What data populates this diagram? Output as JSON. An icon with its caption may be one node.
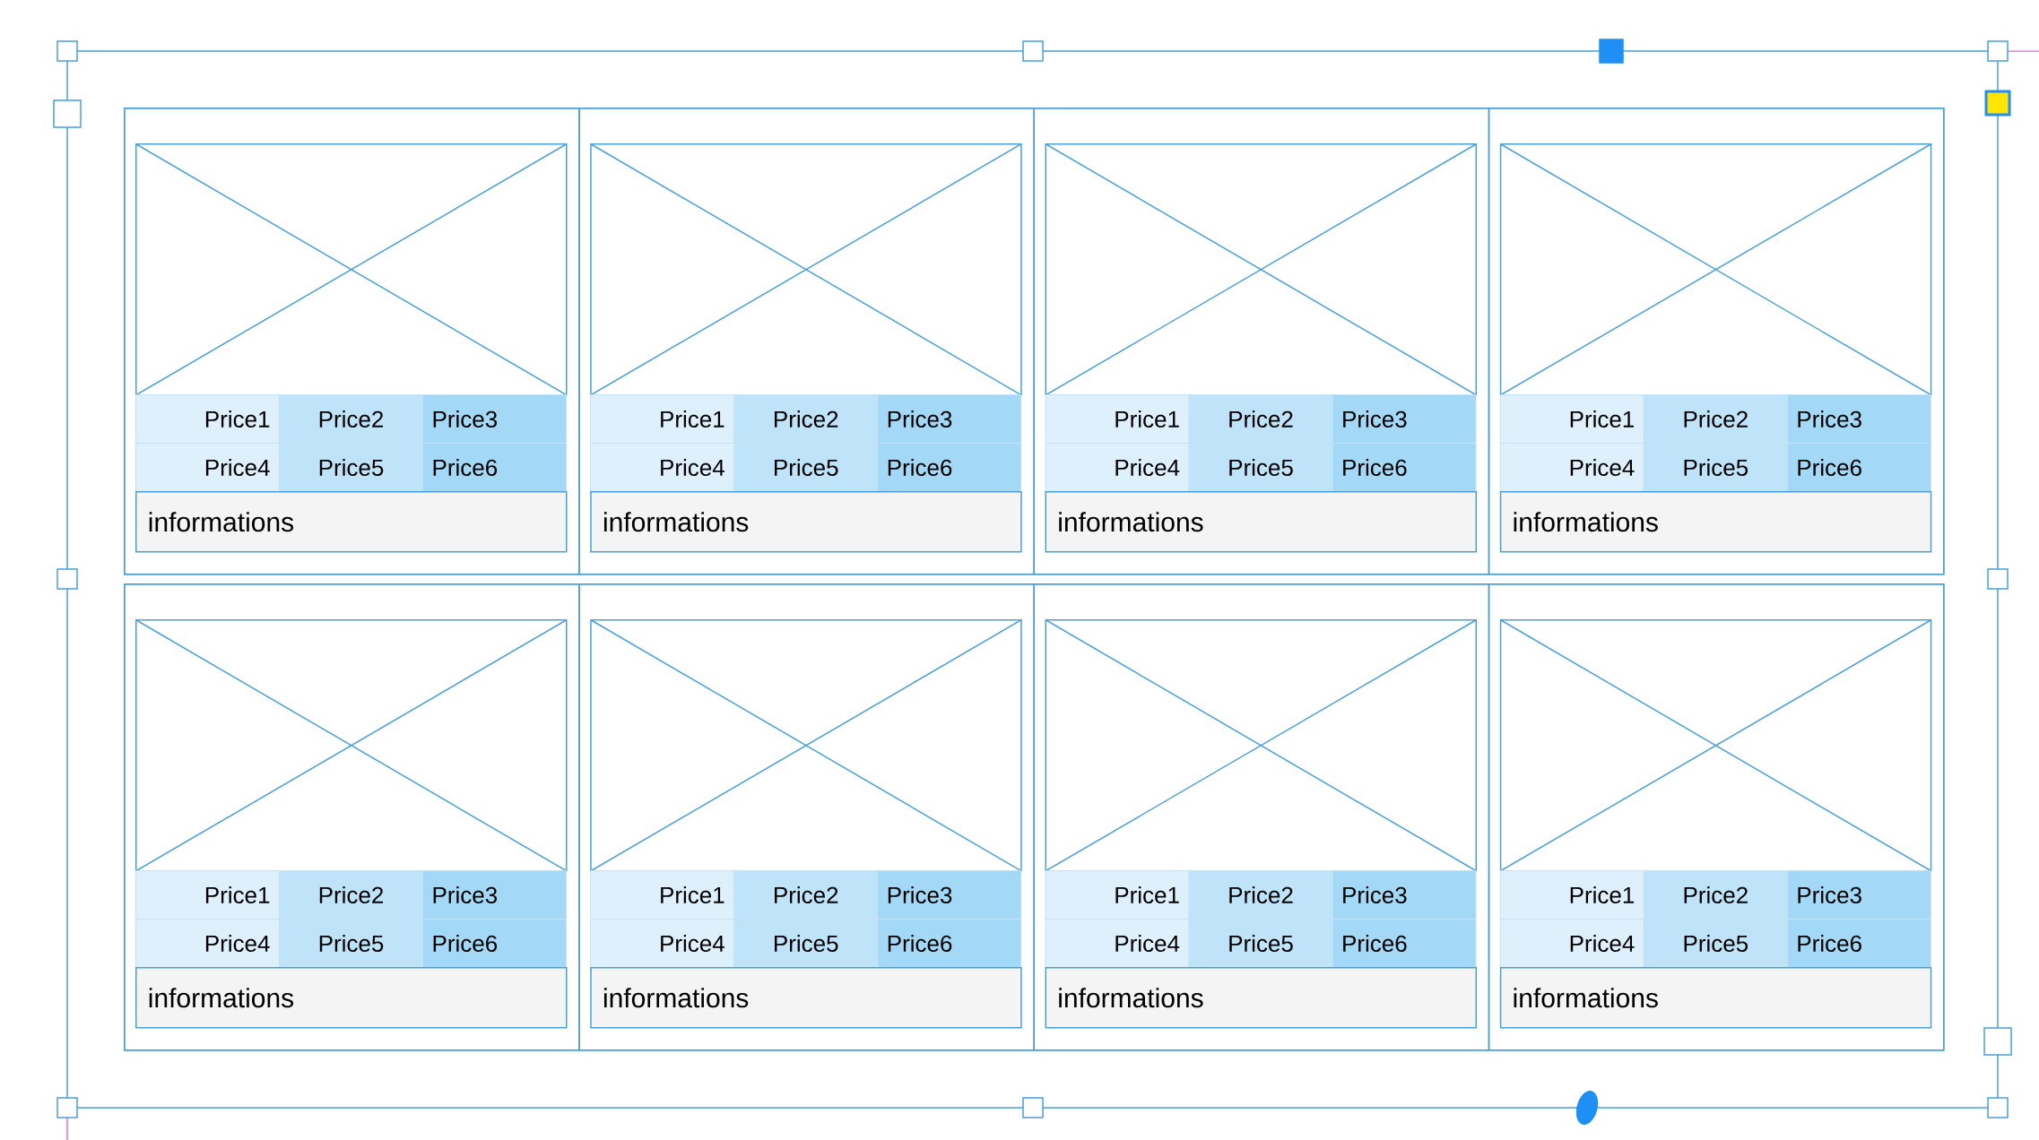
{
  "diagram": {
    "nodes": [
      {
        "text": [],
        "shape": "box"
      },
      {
        "text": [],
        "shape": "box",
        "in": 0
      },
      {
        "text": [],
        "shape": "box",
        "in": 1
      },
      {
        "text": [
          "Price1"
        ],
        "in": 1
      },
      {
        "text": [
          "Price2"
        ],
        "in": 1
      },
      {
        "text": [
          "Price3"
        ],
        "in": 1
      },
      {
        "text": [
          "Price4"
        ],
        "in": 1
      },
      {
        "text": [
          "Price5"
        ],
        "in": 1
      },
      {
        "text": [
          "Price6"
        ],
        "in": 1
      },
      {
        "text": [
          "informations"
        ],
        "in": 1
      },
      {
        "text": [],
        "shape": "box",
        "in": 0
      },
      {
        "text": [],
        "shape": "box",
        "in": 10
      },
      {
        "text": [
          "Price1"
        ],
        "in": 10
      },
      {
        "text": [
          "Price2"
        ],
        "in": 10
      },
      {
        "text": [
          "Price3"
        ],
        "in": 10
      },
      {
        "text": [
          "Price4"
        ],
        "in": 10
      },
      {
        "text": [
          "Price5"
        ],
        "in": 10
      },
      {
        "text": [
          "Price6"
        ],
        "in": 10
      },
      {
        "text": [
          "informations"
        ],
        "in": 10
      },
      {
        "text": [],
        "shape": "box",
        "in": 0
      },
      {
        "text": [],
        "shape": "box",
        "in": 19
      },
      {
        "text": [
          "Price1"
        ],
        "in": 19
      },
      {
        "text": [
          "Price2"
        ],
        "in": 19
      },
      {
        "text": [
          "Price3"
        ],
        "in": 19
      },
      {
        "text": [
          "Price4"
        ],
        "in": 19
      },
      {
        "text": [
          "Price5"
        ],
        "in": 19
      },
      {
        "text": [
          "Price6"
        ],
        "in": 19
      },
      {
        "text": [
          "informations"
        ],
        "in": 19
      },
      {
        "text": [],
        "shape": "box",
        "in": 0
      },
      {
        "text": [],
        "shape": "box",
        "in": 28
      },
      {
        "text": [
          "Price1"
        ],
        "in": 28
      },
      {
        "text": [
          "Price2"
        ],
        "in": 28
      },
      {
        "text": [
          "Price3"
        ],
        "in": 28
      },
      {
        "text": [
          "Price4"
        ],
        "in": 28
      },
      {
        "text": [
          "Price5"
        ],
        "in": 28
      },
      {
        "text": [
          "Price6"
        ],
        "in": 28
      },
      {
        "text": [
          "informations"
        ],
        "in": 28
      },
      {
        "text": [],
        "shape": "box"
      },
      {
        "text": [],
        "shape": "box",
        "in": 37
      },
      {
        "text": [],
        "shape": "box",
        "in": 38
      },
      {
        "text": [
          "Price1"
        ],
        "in": 38
      },
      {
        "text": [
          "Price2"
        ],
        "in": 38
      },
      {
        "text": [
          "Price3"
        ],
        "in": 38
      },
      {
        "text": [
          "Price4"
        ],
        "in": 38
      },
      {
        "text": [
          "Price5"
        ],
        "in": 38
      },
      {
        "text": [
          "Price6"
        ],
        "in": 38
      },
      {
        "text": [
          "informations"
        ],
        "in": 38
      },
      {
        "text": [],
        "shape": "box",
        "in": 37
      },
      {
        "text": [],
        "shape": "box",
        "in": 47
      },
      {
        "text": [
          "Price1"
        ],
        "in": 47
      },
      {
        "text": [
          "Price2"
        ],
        "in": 47
      },
      {
        "text": [
          "Price3"
        ],
        "in": 47
      },
      {
        "text": [
          "Price4"
        ],
        "in": 47
      },
      {
        "text": [
          "Price5"
        ],
        "in": 47
      },
      {
        "text": [
          "Price6"
        ],
        "in": 47
      },
      {
        "text": [
          "informations"
        ],
        "in": 47
      },
      {
        "text": [],
        "shape": "box",
        "in": 37
      },
      {
        "text": [],
        "shape": "box",
        "in": 56
      },
      {
        "text": [
          "Price1"
        ],
        "in": 56
      },
      {
        "text": [
          "Price2"
        ],
        "in": 56
      },
      {
        "text": [
          "Price3"
        ],
        "in": 56
      },
      {
        "text": [
          "Price4"
        ],
        "in": 56
      },
      {
        "text": [
          "Price5"
        ],
        "in": 56
      },
      {
        "text": [
          "Price6"
        ],
        "in": 56
      },
      {
        "text": [
          "informations"
        ],
        "in": 56
      },
      {
        "text": [],
        "shape": "box",
        "in": 37
      },
      {
        "text": [],
        "shape": "box",
        "in": 65
      },
      {
        "text": [
          "Price1"
        ],
        "in": 65
      },
      {
        "text": [
          "Price2"
        ],
        "in": 65
      },
      {
        "text": [
          "Price3"
        ],
        "in": 65
      },
      {
        "text": [
          "Price4"
        ],
        "in": 65
      },
      {
        "text": [
          "Price5"
        ],
        "in": 65
      },
      {
        "text": [
          "Price6"
        ],
        "in": 65
      },
      {
        "text": [
          "informations"
        ],
        "in": 65
      }
    ]
  }
}
